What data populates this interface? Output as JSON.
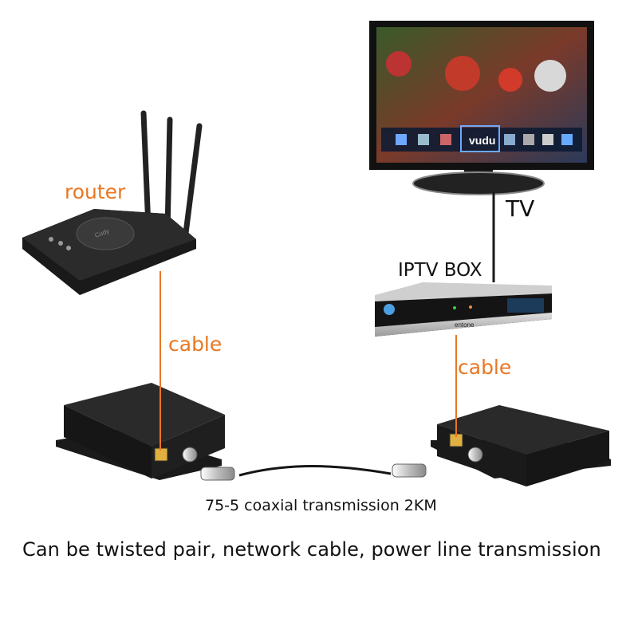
{
  "labels": {
    "router": "router",
    "tv": "TV",
    "iptv_box": "IPTV BOX",
    "cable_left": "cable",
    "cable_right": "cable",
    "coax": "75-5 coaxial transmission 2KM",
    "caption": "Can be twisted pair, network cable, power line transmission"
  },
  "device_text": {
    "router_brand": "Cudy",
    "tv_menu_logo": "vudu",
    "box_brand": "entone"
  },
  "colors": {
    "label_orange": "#e87722",
    "cable_orange": "#e87722",
    "device_black": "#1a1a1a",
    "text_black": "#111111"
  }
}
